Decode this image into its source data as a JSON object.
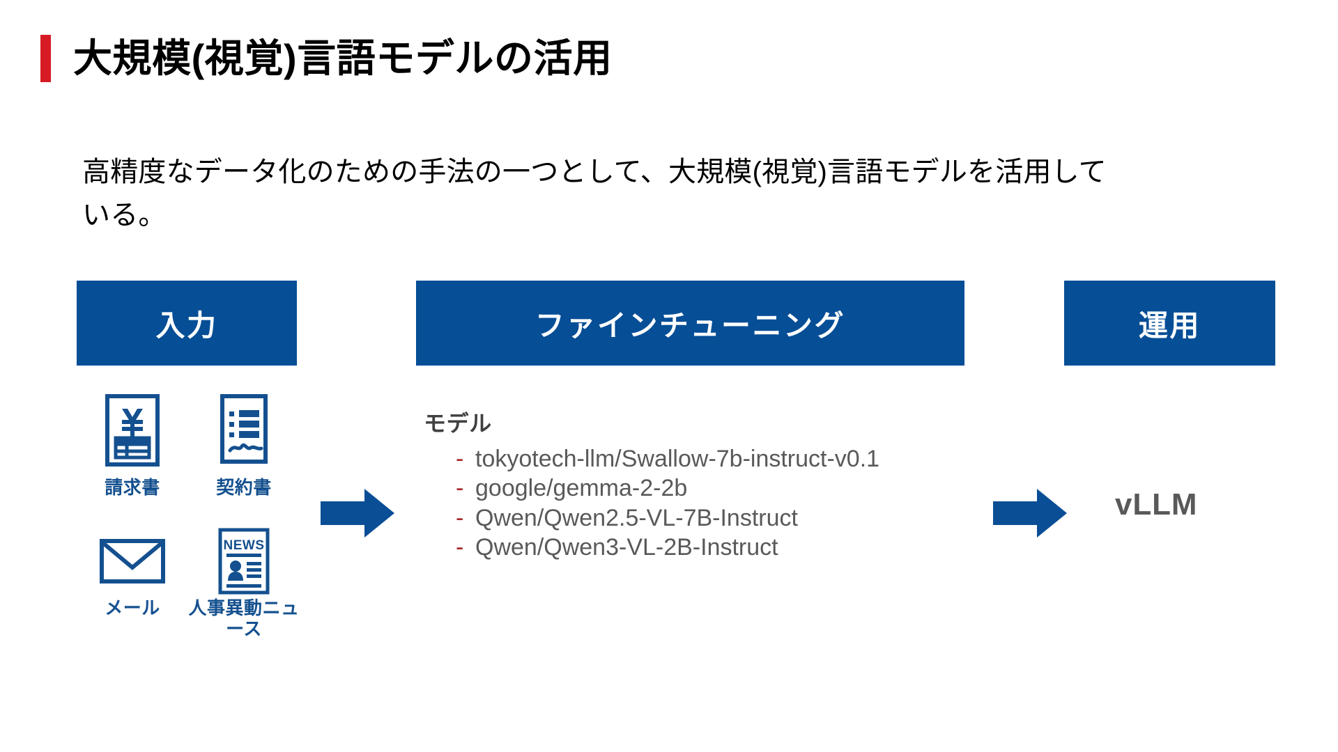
{
  "slide": {
    "title": "大規模(視覚)言語モデルの活用",
    "accent_color": "#D61B24",
    "brand_blue": "#064E96",
    "body_text": "高精度なデータ化のための手法の一つとして、大規模(視覚)言語モデルを活用している。"
  },
  "bands": {
    "input": "入力",
    "finetune": "ファインチューニング",
    "deploy": "運用"
  },
  "input_icons": [
    {
      "icon": "invoice-icon",
      "label": "請求書"
    },
    {
      "icon": "contract-icon",
      "label": "契約書"
    },
    {
      "icon": "mail-icon",
      "label": "メール"
    },
    {
      "icon": "news-person-icon",
      "label": "人事異動ニュース"
    }
  ],
  "news_icon_text": "NEWS",
  "finetune": {
    "heading": "モデル",
    "bullet_glyph": "-",
    "bullet_color": "#A82828",
    "models": [
      "tokyotech-llm/Swallow-7b-instruct-v0.1",
      "google/gemma-2-2b",
      "Qwen/Qwen2.5-VL-7B-Instruct",
      "Qwen/Qwen3-VL-2B-Instruct"
    ]
  },
  "deploy": {
    "runtime": "vLLM"
  },
  "arrows": {
    "first": "arrow-right-icon",
    "second": "arrow-right-icon"
  }
}
